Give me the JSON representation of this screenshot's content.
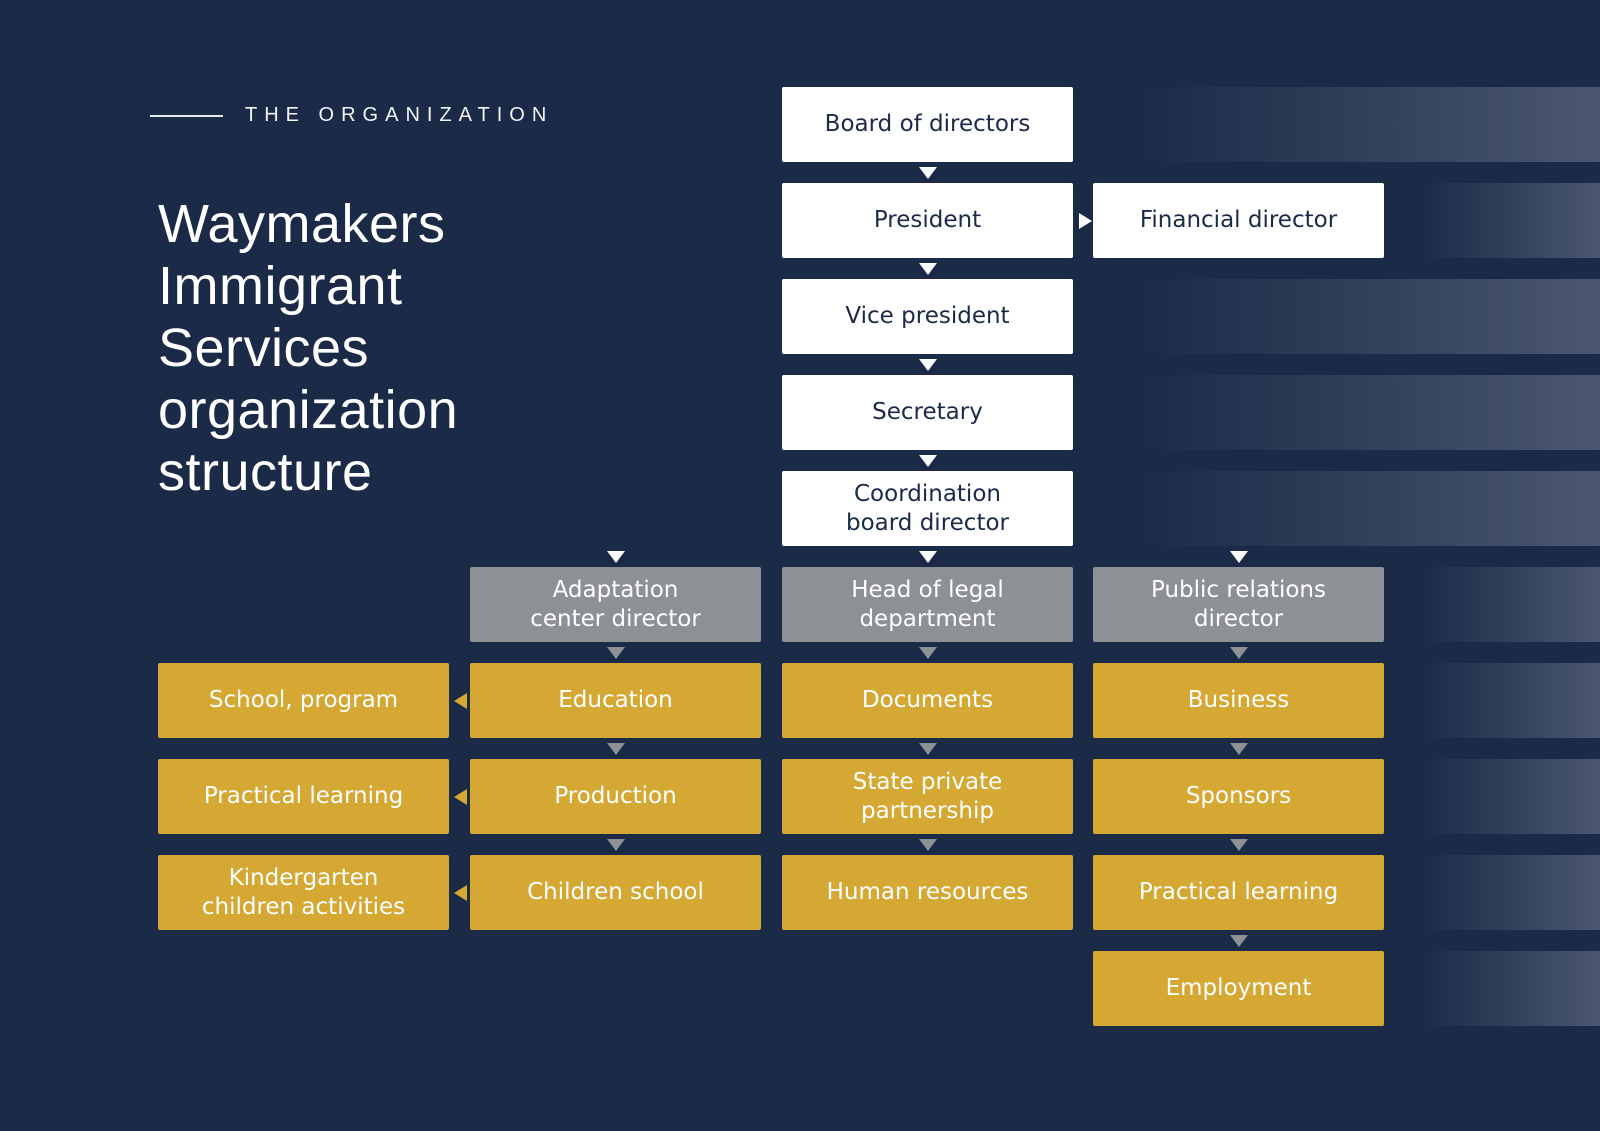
{
  "header": {
    "eyebrow": "THE ORGANIZATION",
    "title": "Waymakers Immigrant Services organization structure",
    "title_lines": [
      "Waymakers",
      "Immigrant",
      "Services",
      "organization",
      "structure"
    ]
  },
  "palette": {
    "background_navy": "#1b2a47",
    "box_white": "#ffffff",
    "box_gray": "#8d9095",
    "box_gold": "#d5a733",
    "navy_text": "#1b2a4a",
    "stripe_blue": "#4e5a73",
    "white_text": "#ffffff"
  },
  "org_chart": {
    "nodes": [
      {
        "id": "board-of-directors",
        "style": "white",
        "col": 2,
        "row": 0,
        "lines": [
          "Board of directors"
        ]
      },
      {
        "id": "president",
        "style": "white",
        "col": 2,
        "row": 1,
        "lines": [
          "President"
        ]
      },
      {
        "id": "financial-director",
        "style": "white",
        "col": 3,
        "row": 1,
        "lines": [
          "Financial director"
        ]
      },
      {
        "id": "vice-president",
        "style": "white",
        "col": 2,
        "row": 2,
        "lines": [
          "Vice president"
        ]
      },
      {
        "id": "secretary",
        "style": "white",
        "col": 2,
        "row": 3,
        "lines": [
          "Secretary"
        ]
      },
      {
        "id": "coordination-board-director",
        "style": "white",
        "col": 2,
        "row": 4,
        "lines": [
          "Coordination",
          "board director"
        ]
      },
      {
        "id": "adaptation-center-director",
        "style": "gray",
        "col": 1,
        "row": 5,
        "lines": [
          "Adaptation",
          "center director"
        ]
      },
      {
        "id": "head-of-legal-department",
        "style": "gray",
        "col": 2,
        "row": 5,
        "lines": [
          "Head of legal",
          "department"
        ]
      },
      {
        "id": "public-relations-director",
        "style": "gray",
        "col": 3,
        "row": 5,
        "lines": [
          "Public relations",
          "director"
        ]
      },
      {
        "id": "school-program",
        "style": "gold",
        "col": 0,
        "row": 6,
        "lines": [
          "School, program"
        ]
      },
      {
        "id": "education",
        "style": "gold",
        "col": 1,
        "row": 6,
        "lines": [
          "Education"
        ]
      },
      {
        "id": "documents",
        "style": "gold",
        "col": 2,
        "row": 6,
        "lines": [
          "Documents"
        ]
      },
      {
        "id": "business",
        "style": "gold",
        "col": 3,
        "row": 6,
        "lines": [
          "Business"
        ]
      },
      {
        "id": "practical-learning-adaptation",
        "style": "gold",
        "col": 0,
        "row": 7,
        "lines": [
          "Practical learning"
        ]
      },
      {
        "id": "production",
        "style": "gold",
        "col": 1,
        "row": 7,
        "lines": [
          "Production"
        ]
      },
      {
        "id": "state-private-partnership",
        "style": "gold",
        "col": 2,
        "row": 7,
        "lines": [
          "State private",
          "partnership"
        ]
      },
      {
        "id": "sponsors",
        "style": "gold",
        "col": 3,
        "row": 7,
        "lines": [
          "Sponsors"
        ]
      },
      {
        "id": "kindergarten-children-activities",
        "style": "gold",
        "col": 0,
        "row": 8,
        "lines": [
          "Kindergarten",
          "children activities"
        ]
      },
      {
        "id": "children-school",
        "style": "gold",
        "col": 1,
        "row": 8,
        "lines": [
          "Children school"
        ]
      },
      {
        "id": "human-resources",
        "style": "gold",
        "col": 2,
        "row": 8,
        "lines": [
          "Human resources"
        ]
      },
      {
        "id": "practical-learning-pr",
        "style": "gold",
        "col": 3,
        "row": 8,
        "lines": [
          "Practical learning"
        ]
      },
      {
        "id": "employment",
        "style": "gold",
        "col": 3,
        "row": 9,
        "lines": [
          "Employment"
        ]
      }
    ],
    "arrows": [
      {
        "dir": "down",
        "color": "white",
        "col": 2,
        "gap": 0
      },
      {
        "dir": "right",
        "color": "white",
        "row": 1
      },
      {
        "dir": "down",
        "color": "white",
        "col": 2,
        "gap": 1
      },
      {
        "dir": "down",
        "color": "white",
        "col": 2,
        "gap": 2
      },
      {
        "dir": "down",
        "color": "white",
        "col": 2,
        "gap": 3
      },
      {
        "dir": "down",
        "color": "white",
        "col": 1,
        "gap": 4
      },
      {
        "dir": "down",
        "color": "white",
        "col": 2,
        "gap": 4
      },
      {
        "dir": "down",
        "color": "white",
        "col": 3,
        "gap": 4
      },
      {
        "dir": "down",
        "color": "gray",
        "col": 1,
        "gap": 5
      },
      {
        "dir": "down",
        "color": "gray",
        "col": 2,
        "gap": 5
      },
      {
        "dir": "down",
        "color": "gray",
        "col": 3,
        "gap": 5
      },
      {
        "dir": "down",
        "color": "gray",
        "col": 1,
        "gap": 6
      },
      {
        "dir": "down",
        "color": "gray",
        "col": 2,
        "gap": 6
      },
      {
        "dir": "down",
        "color": "gray",
        "col": 3,
        "gap": 6
      },
      {
        "dir": "down",
        "color": "gray",
        "col": 1,
        "gap": 7
      },
      {
        "dir": "down",
        "color": "gray",
        "col": 2,
        "gap": 7
      },
      {
        "dir": "down",
        "color": "gray",
        "col": 3,
        "gap": 7
      },
      {
        "dir": "down",
        "color": "gray",
        "col": 3,
        "gap": 8
      },
      {
        "dir": "left",
        "color": "gold",
        "row": 6
      },
      {
        "dir": "left",
        "color": "gold",
        "row": 7
      },
      {
        "dir": "left",
        "color": "gold",
        "row": 8
      }
    ],
    "stripes": [
      {
        "row": 0,
        "variant": "wide"
      },
      {
        "row": 1,
        "variant": "short"
      },
      {
        "row": 2,
        "variant": "wide"
      },
      {
        "row": 3,
        "variant": "wide"
      },
      {
        "row": 4,
        "variant": "wide"
      },
      {
        "row": 5,
        "variant": "short"
      },
      {
        "row": 6,
        "variant": "short"
      },
      {
        "row": 7,
        "variant": "short"
      },
      {
        "row": 8,
        "variant": "short"
      },
      {
        "row": 9,
        "variant": "short"
      }
    ]
  }
}
